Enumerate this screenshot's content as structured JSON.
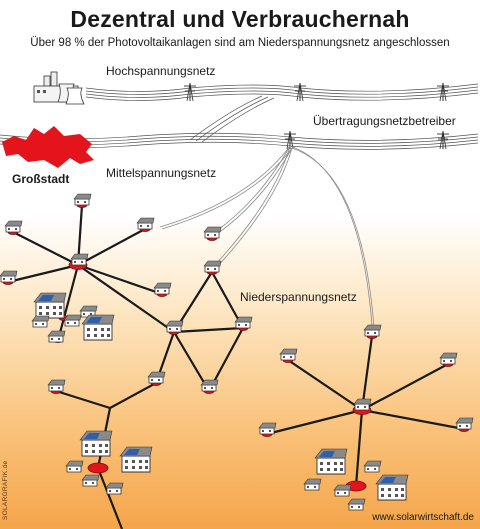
{
  "header": {
    "title": "Dezentral und Verbrauchernah",
    "subtitle": "Über 98 % der Photovoltaikanlagen sind am Niederspannungsnetz angeschlossen"
  },
  "labels": {
    "hochspannung": "Hochspannungsnetz",
    "uebertragung": "Übertragungsnetzbetreiber",
    "grossstadt": "Großstadt",
    "mittelspannung": "Mittelspannungsnetz",
    "niederspannung": "Niederspannungsnetz"
  },
  "footer": {
    "credit": "SOLARGRAFIK.de",
    "website": "www.solarwirtschaft.de"
  },
  "colors": {
    "city": "#e3141b",
    "node": "#e3141b",
    "line": "#1a1a1a",
    "roof": "#7a7a7a",
    "solar_panel": "#2f5fa8"
  }
}
